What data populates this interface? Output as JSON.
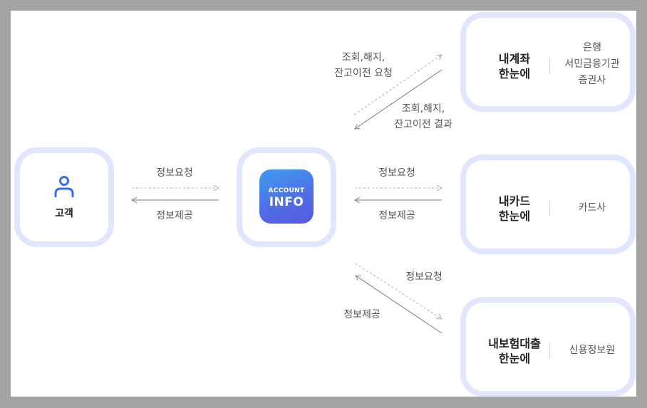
{
  "customer": {
    "label": "고객",
    "icon": "person-icon"
  },
  "center": {
    "line1": "ACCOUNT",
    "line2": "INFO"
  },
  "flows": {
    "customer_request": "정보요청",
    "customer_provide": "정보제공",
    "card_request": "정보요청",
    "card_provide": "정보제공",
    "insurance_request": "정보요청",
    "insurance_provide": "정보제공",
    "account_request": [
      "조회,해지,",
      "잔고이전 요청"
    ],
    "account_result": [
      "조회,해지,",
      "잔고이전 결과"
    ]
  },
  "services": [
    {
      "title": [
        "내계좌",
        "한눈에"
      ],
      "institutions": [
        "은행",
        "서민금융기관",
        "증권사"
      ]
    },
    {
      "title": [
        "내카드",
        "한눈에"
      ],
      "institutions": [
        "카드사"
      ]
    },
    {
      "title": [
        "내보험대출",
        "한눈에"
      ],
      "institutions": [
        "신용정보원"
      ]
    }
  ],
  "colors": {
    "card_border": "#dfe6fd",
    "accent": "#3b6cf0",
    "icon_gradient_start": "#3f9df2",
    "icon_gradient_end": "#5a57e0"
  }
}
